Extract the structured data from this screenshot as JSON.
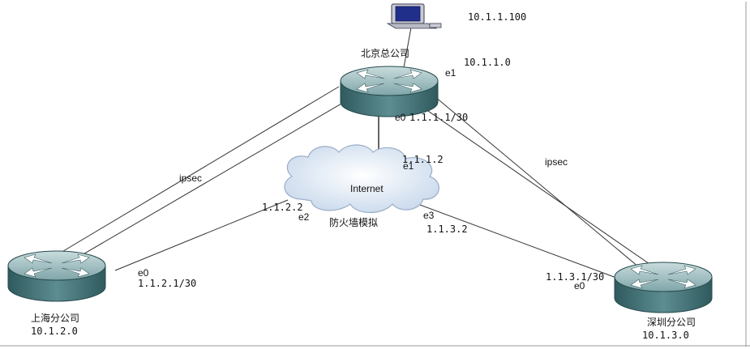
{
  "hq": {
    "name": "北京总公司",
    "pc_ip": "10.1.1.100",
    "lan": "10.1.1.0",
    "lan_iface": "e1",
    "wan_iface": "e0",
    "wan_ip": "1.1.1.1/30"
  },
  "shanghai": {
    "name": "上海分公司",
    "lan": "10.1.2.0",
    "wan_iface": "e0",
    "wan_ip": "1.1.2.1/30"
  },
  "shenzhen": {
    "name": "深圳分公司",
    "lan": "10.1.3.0",
    "wan_iface": "e0",
    "wan_ip": "1.1.3.1/30"
  },
  "firewall": {
    "cloud_label": "Internet",
    "caption": "防火墙模拟",
    "if_top": "e1",
    "ip_top": "1.1.1.2",
    "if_left": "e2",
    "ip_left": "1.1.2.2",
    "if_right": "e3",
    "ip_right": "1.1.3.2"
  },
  "tunnels": {
    "left_label": "ipsec",
    "right_label": "ipsec"
  },
  "colors": {
    "router_top": "#8fb3b6",
    "router_side": "#3f6e72",
    "cloud_fill": "#dde9f5",
    "cloud_stroke": "#9aaec7",
    "line": "#333333"
  }
}
